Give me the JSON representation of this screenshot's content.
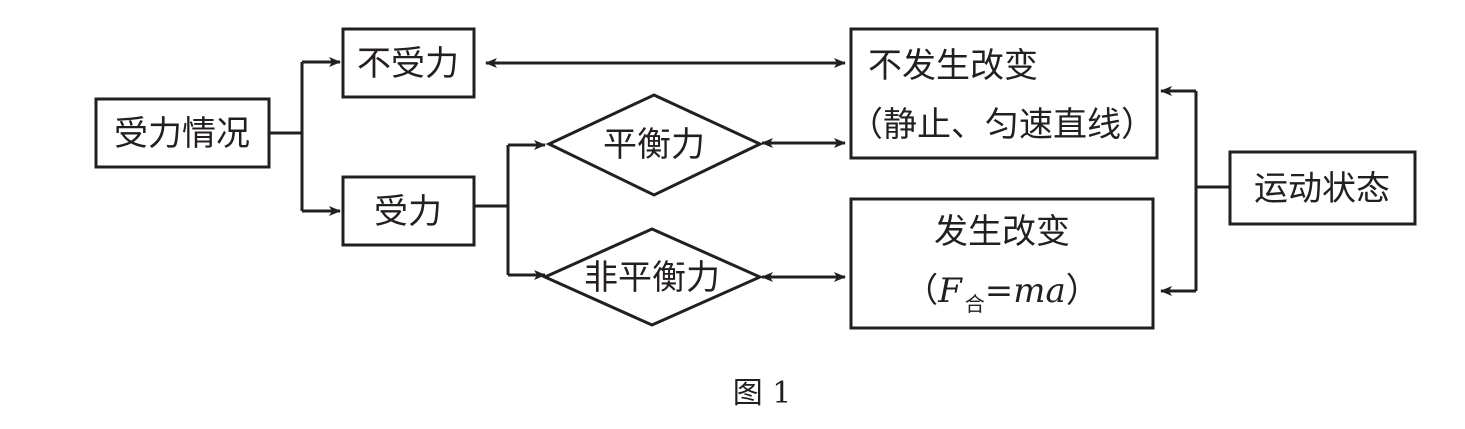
{
  "diagram": {
    "nodes": {
      "force_situation": "受力情况",
      "no_force": "不受力",
      "force": "受力",
      "balanced_force": "平衡力",
      "unbalanced_force": "非平衡力",
      "unchanged": {
        "line1": "不发生改变",
        "line2": "（静止、匀速直线）"
      },
      "changed": {
        "line1": "发生改变",
        "formula_open": "（",
        "formula_F": "F",
        "formula_sub": "合",
        "formula_eq": "=",
        "formula_ma": "ma",
        "formula_close": "）"
      },
      "motion_state": "运动状态"
    },
    "caption": "图 1"
  }
}
